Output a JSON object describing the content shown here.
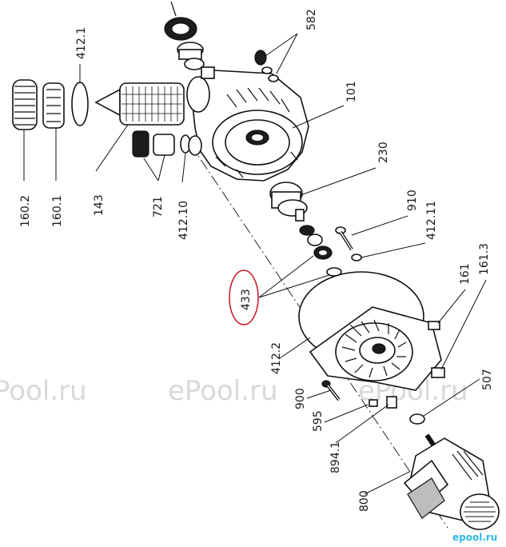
{
  "diagram": {
    "part_labels": {
      "p412_1": "412.1",
      "p582": "582",
      "p101": "101",
      "p230": "230",
      "p910": "910",
      "p412_11": "412.11",
      "p161": "161",
      "p161_3": "161.3",
      "p433": "433",
      "p412_2": "412.2",
      "p900": "900",
      "p595": "595",
      "p894_1": "894.1",
      "p507": "507",
      "p800": "800",
      "p160_2": "160.2",
      "p160_1": "160.1",
      "p143": "143",
      "p721": "721",
      "p412_10": "412.10"
    },
    "highlighted_part": "433",
    "highlight_color": "#c8202a"
  },
  "watermarks": [
    "Pool.ru",
    "ePool.ru",
    "ePool.ru"
  ],
  "logo": "epool.ru"
}
